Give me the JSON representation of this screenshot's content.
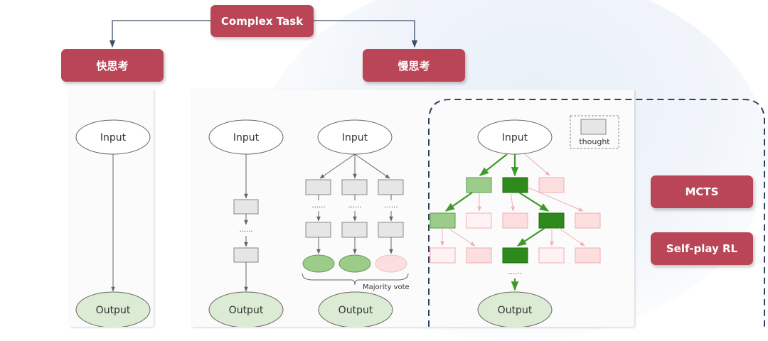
{
  "header": {
    "root_label": "Complex Task",
    "fast_label": "快思考",
    "slow_label": "慢思考"
  },
  "nodes": {
    "input_label": "Input",
    "output_label": "Output",
    "dots": "......"
  },
  "legend": {
    "thought_label": "thought"
  },
  "annotations": {
    "majority_vote": "Majority vote"
  },
  "methods": {
    "mcts_label": "MCTS",
    "selfplay_label": "Self-play RL"
  },
  "colors": {
    "pill": "#b94556",
    "output_fill": "#dcebd3",
    "thought_fill": "#e6e6e6",
    "selected_dark": "#2f8a1e",
    "selected_light": "#9ccc8a",
    "pruned": "#fcdede",
    "arrow_green": "#3e9a2a",
    "arrow_pink": "#f2aeb4"
  }
}
